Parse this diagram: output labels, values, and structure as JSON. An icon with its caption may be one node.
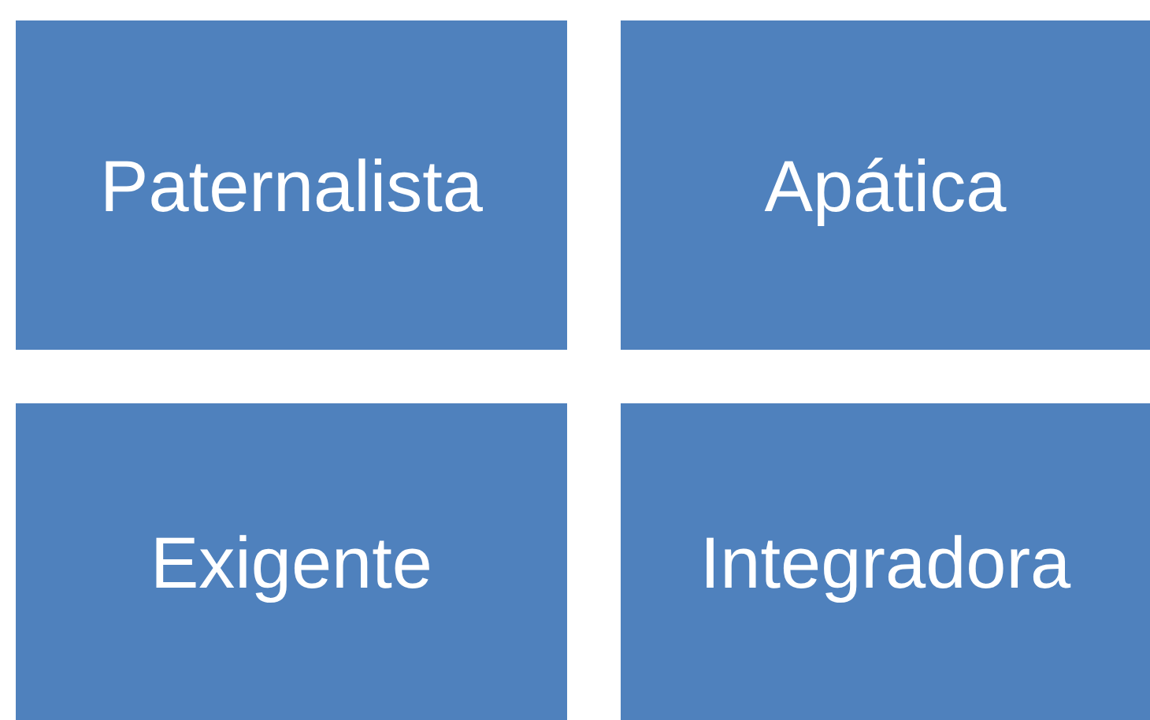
{
  "diagram": {
    "nodes": [
      {
        "text": [
          "Paternalista"
        ]
      },
      {
        "text": [
          "Apática"
        ]
      },
      {
        "text": [
          "Exigente"
        ]
      },
      {
        "text": [
          "Integradora"
        ]
      }
    ]
  }
}
